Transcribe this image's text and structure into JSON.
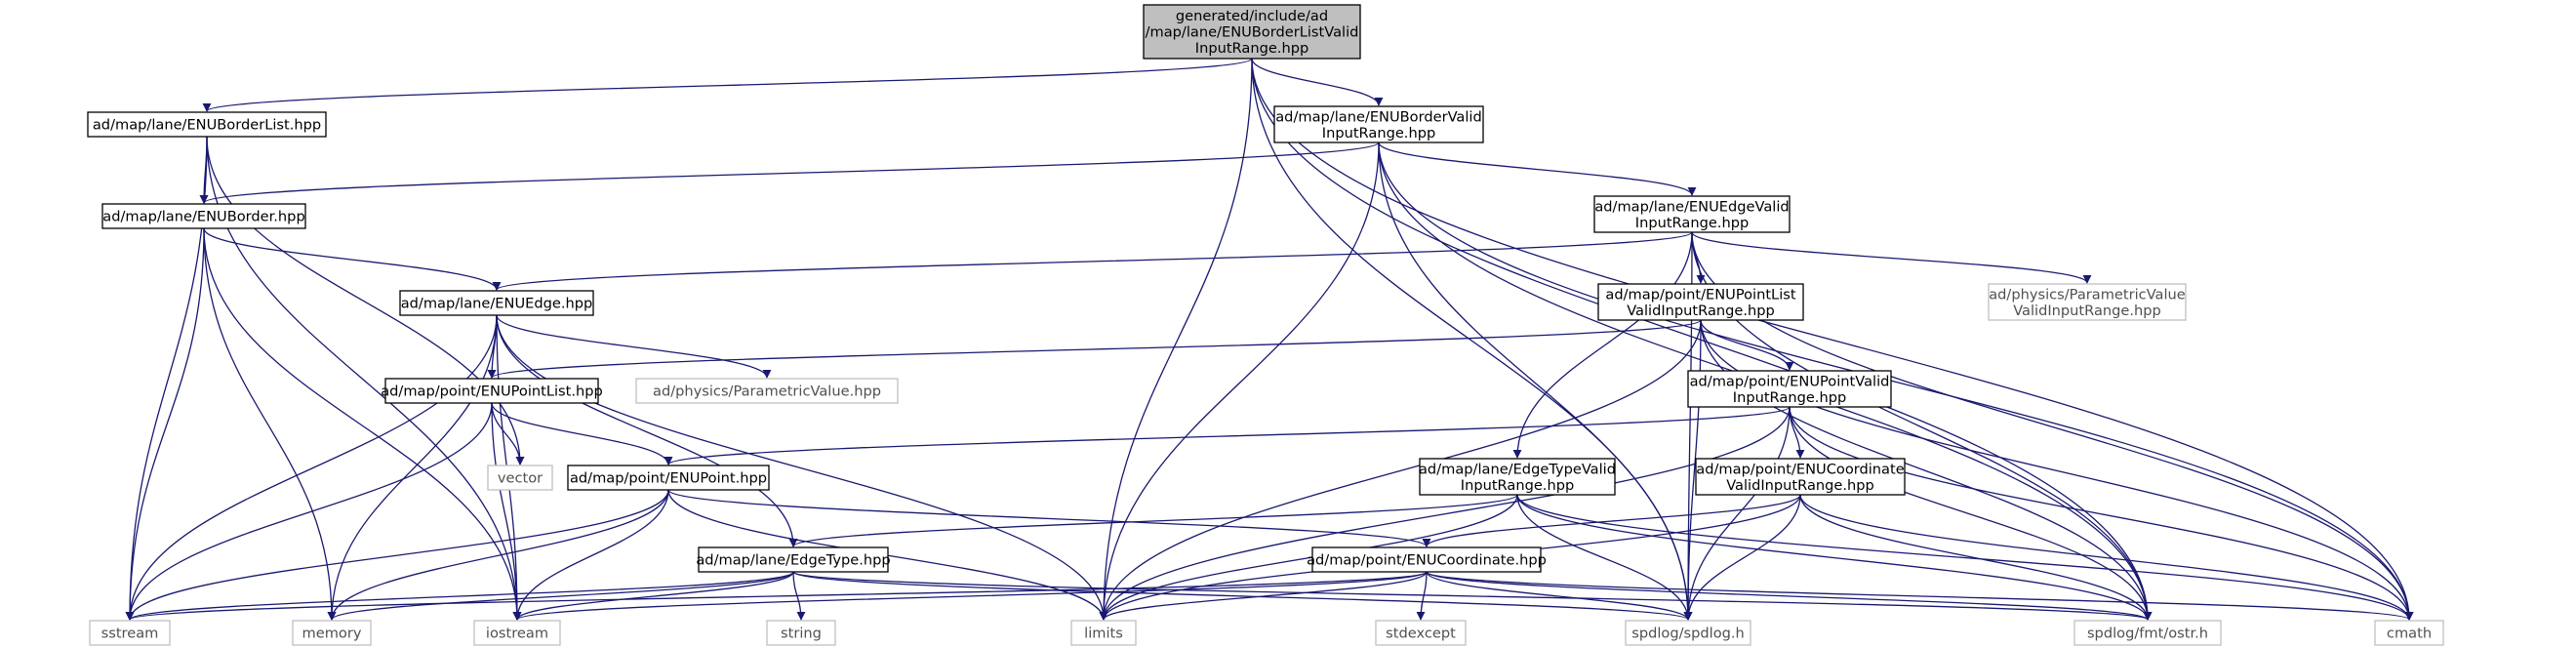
{
  "colors": {
    "edge": "#191970",
    "root_fill": "#bfbfbf",
    "external_border": "#bfbfbf",
    "node_border": "#000000",
    "external_text": "#505050"
  },
  "nodes": {
    "root": [
      "generated/include/ad",
      "/map/lane/ENUBorderListValid",
      "InputRange.hpp"
    ],
    "lane_enu_border_list": [
      "ad/map/lane/ENUBorderList.hpp"
    ],
    "lane_enu_border_valid": [
      "ad/map/lane/ENUBorderValid",
      "InputRange.hpp"
    ],
    "lane_enu_border": [
      "ad/map/lane/ENUBorder.hpp"
    ],
    "lane_enu_edge_valid": [
      "ad/map/lane/ENUEdgeValid",
      "InputRange.hpp"
    ],
    "lane_enu_edge": [
      "ad/map/lane/ENUEdge.hpp"
    ],
    "point_enu_point_list_valid": [
      "ad/map/point/ENUPointList",
      "ValidInputRange.hpp"
    ],
    "physics_parametric_value_valid": [
      "ad/physics/ParametricValue",
      "ValidInputRange.hpp"
    ],
    "point_enu_point_list": [
      "ad/map/point/ENUPointList.hpp"
    ],
    "physics_parametric_value": [
      "ad/physics/ParametricValue.hpp"
    ],
    "point_enu_point_valid": [
      "ad/map/point/ENUPointValid",
      "InputRange.hpp"
    ],
    "vector": [
      "vector"
    ],
    "point_enu_point": [
      "ad/map/point/ENUPoint.hpp"
    ],
    "lane_edge_type_valid": [
      "ad/map/lane/EdgeTypeValid",
      "InputRange.hpp"
    ],
    "point_enu_coordinate_valid": [
      "ad/map/point/ENUCoordinate",
      "ValidInputRange.hpp"
    ],
    "lane_edge_type": [
      "ad/map/lane/EdgeType.hpp"
    ],
    "point_enu_coordinate": [
      "ad/map/point/ENUCoordinate.hpp"
    ],
    "sstream": [
      "sstream"
    ],
    "memory": [
      "memory"
    ],
    "iostream": [
      "iostream"
    ],
    "string": [
      "string"
    ],
    "limits": [
      "limits"
    ],
    "stdexcept": [
      "stdexcept"
    ],
    "spdlog": [
      "spdlog/spdlog.h"
    ],
    "ostr": [
      "spdlog/fmt/ostr.h"
    ],
    "cmath": [
      "cmath"
    ]
  }
}
